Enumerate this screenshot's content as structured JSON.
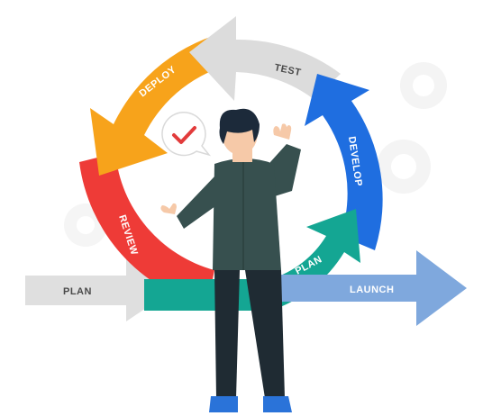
{
  "cycle": {
    "stages": [
      {
        "key": "plan",
        "label": "PLAN",
        "color": "#14a693"
      },
      {
        "key": "develop",
        "label": "DEVELOP",
        "color": "#1f6ee0"
      },
      {
        "key": "test",
        "label": "TEST",
        "color": "#dcdcdc"
      },
      {
        "key": "deploy",
        "label": "DEPLOY",
        "color": "#f7a31b"
      },
      {
        "key": "review",
        "label": "REVIEW",
        "color": "#ee3b37"
      }
    ]
  },
  "flow": {
    "plan_label": "PLAN",
    "launch_label": "LAUNCH",
    "plan_color": "#dfdfdf",
    "launch_color": "#7fa8dd"
  },
  "illustration": {
    "figure": "person-facing-cycle",
    "badge_icon": "checkmark-icon",
    "badge_color": "#e23b3b"
  }
}
